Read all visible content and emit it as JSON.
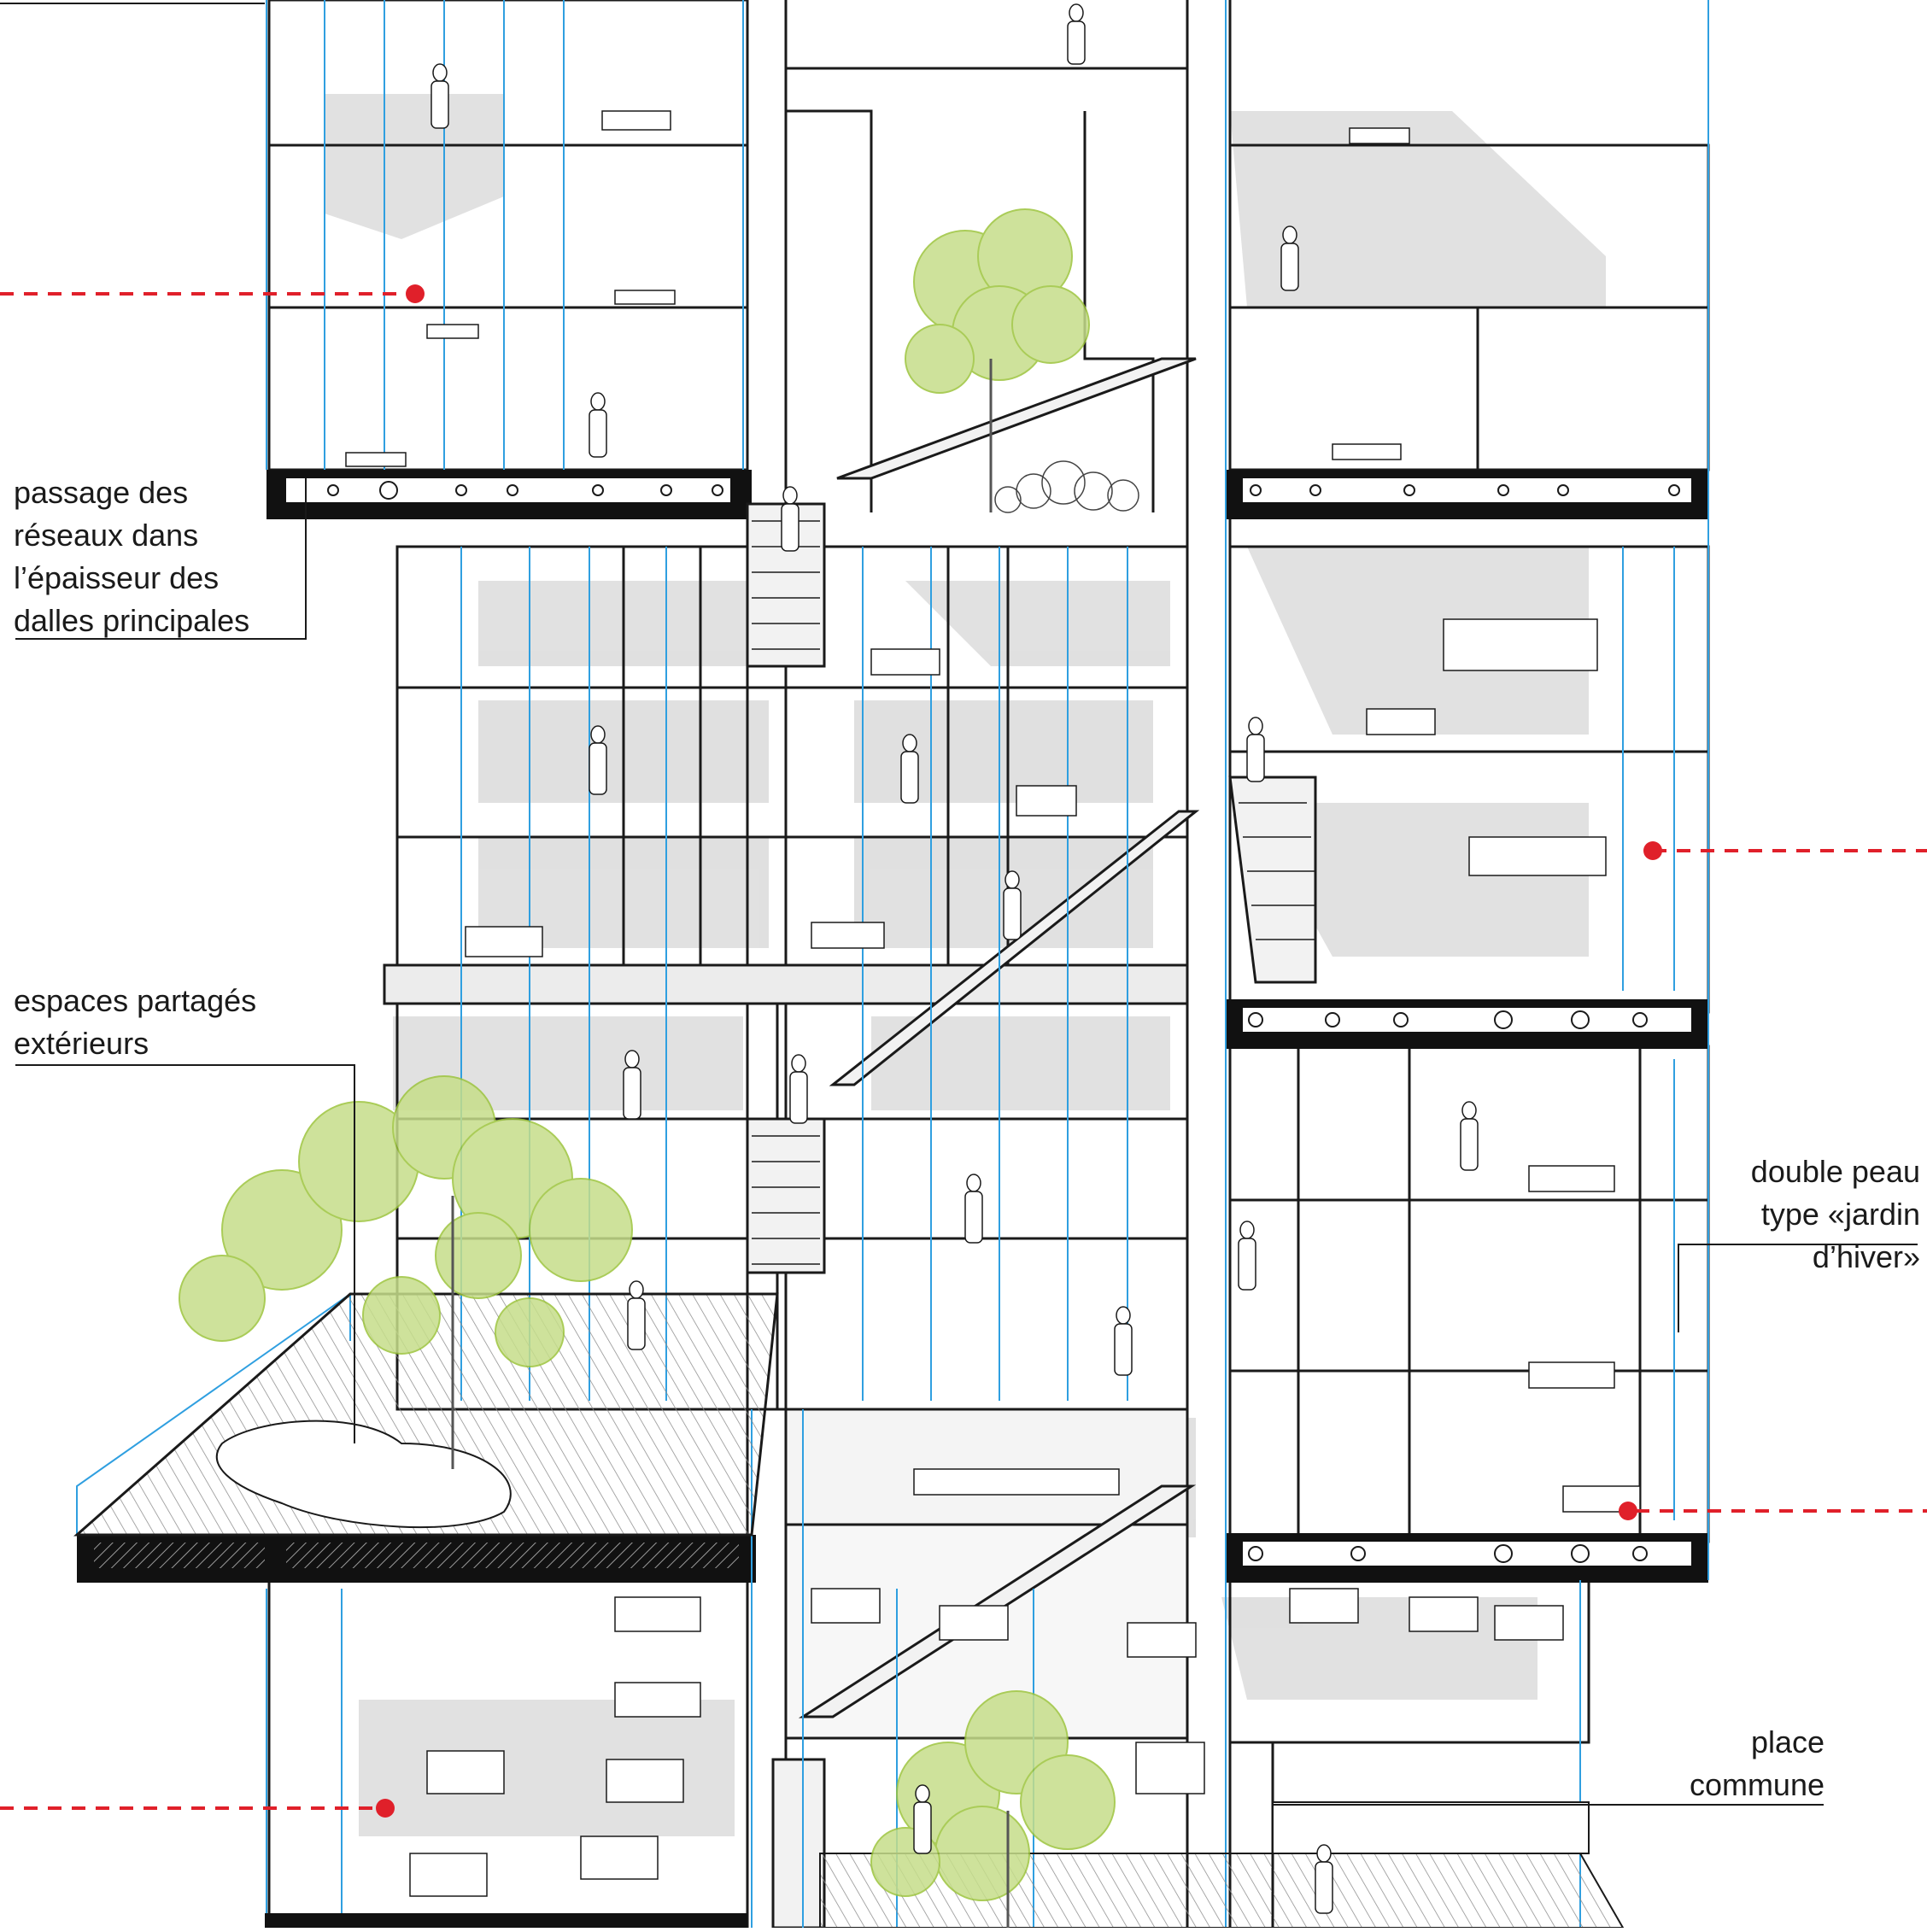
{
  "annotations": {
    "networks": [
      "passage des",
      "réseaux  dans",
      "l’épaisseur des",
      "dalles principales"
    ],
    "shared_spaces": [
      "espaces partagés",
      "extérieurs"
    ],
    "double_skin": [
      "double peau",
      "type «jardin",
      "d’hiver»"
    ],
    "common_square": [
      "place",
      "commune"
    ]
  },
  "colors": {
    "line": "#1a1a1a",
    "glazing": "#2f9fe0",
    "marker": "#e0202a",
    "floor_fill": "#dcdcdc",
    "shadow": "#cfcfcf",
    "tree": "#9cc43c"
  }
}
